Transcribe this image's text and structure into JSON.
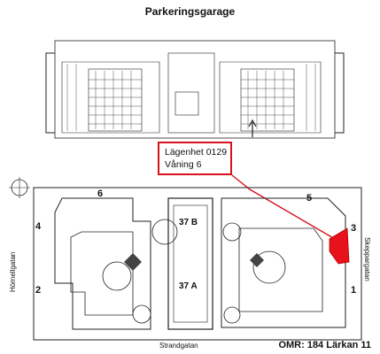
{
  "garage_title": "Parkeringsgarage",
  "callout": {
    "line1": "Lägenhet 0129",
    "line2": "Våning 6"
  },
  "building_labels": {
    "n1": "1",
    "n2": "2",
    "n3": "3",
    "n4": "4",
    "n5": "5",
    "n6": "6",
    "b37": "37 B",
    "a37": "37 A"
  },
  "streets": {
    "bottom": "Strandgatan",
    "left": "Hörnellgatan",
    "right": "Skeppargatan"
  },
  "omr": "OMR: 184 Lärkan 11",
  "colors": {
    "highlight": "#d8121c",
    "line": "#222222"
  }
}
